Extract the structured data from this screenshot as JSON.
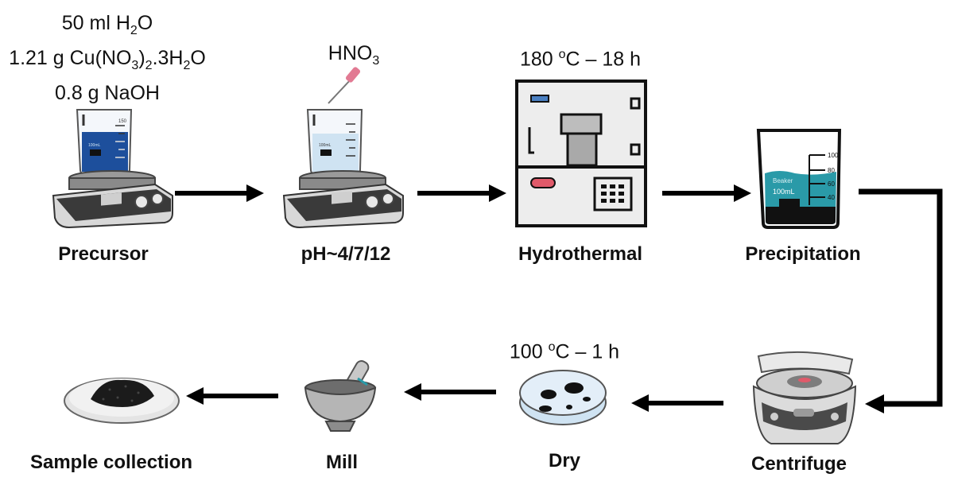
{
  "steps": {
    "precursor": {
      "label": "Precursor",
      "conditions": {
        "line1_text": "50 ml H",
        "line1_sub": "2",
        "line1_tail": "O",
        "line2_text": "1.21 g Cu(NO",
        "line2_sub1": "3",
        "line2_mid": ")",
        "line2_sub2": "2",
        "line2_tail": ".3H",
        "line2_sub3": "2",
        "line2_end": "O",
        "line3": "0.8 g NaOH"
      },
      "beaker_marks": [
        "150",
        "100mL"
      ]
    },
    "ph": {
      "label": "pH~4/7/12",
      "reagent_text": "HNO",
      "reagent_sub": "3",
      "beaker_marks": [
        "100mL"
      ]
    },
    "hydrothermal": {
      "label": "Hydrothermal",
      "condition_value": "180 ",
      "condition_sup": "o",
      "condition_tail": "C – 18 h"
    },
    "precipitation": {
      "label": "Precipitation",
      "beaker_marks": [
        "100",
        "80",
        "60",
        "40"
      ],
      "beaker_name": "Beaker",
      "beaker_volume": "100mL"
    },
    "centrifuge": {
      "label": "Centrifuge"
    },
    "dry": {
      "label": "Dry",
      "condition_value": "100 ",
      "condition_sup": "o",
      "condition_tail": "C – 1 h"
    },
    "mill": {
      "label": "Mill"
    },
    "sample": {
      "label": "Sample collection"
    }
  },
  "colors": {
    "arrow": "#000000",
    "beaker_blue": "#1d4f9c",
    "beaker_light": "#cfe3f2",
    "beaker_teal": "#2a9aa8",
    "dropper_pink": "#e27a93",
    "oven_red": "#e05a6a",
    "oven_blue": "#4a7fc1",
    "equipment_gray": "#8a8a8a"
  }
}
